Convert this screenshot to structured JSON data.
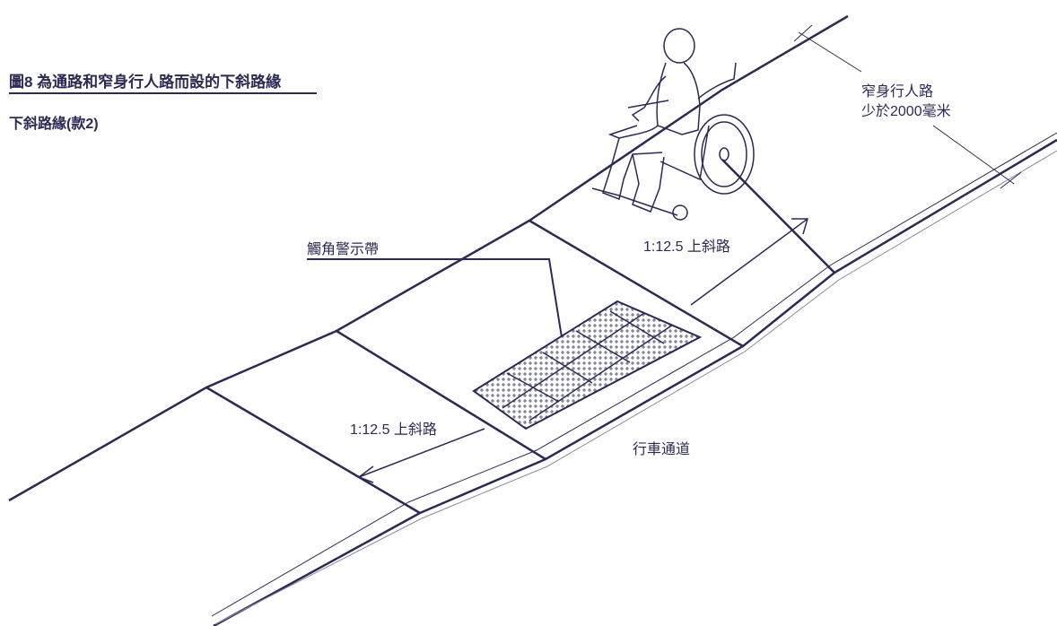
{
  "figure": {
    "title": "圖8 為通路和窄身行人路而設的下斜路緣",
    "subtitle": "下斜路緣(款2)"
  },
  "labels": {
    "tactile_strip": "觸角警示帶",
    "ramp_upper": "1:12.5 上斜路",
    "ramp_lower": "1:12.5 上斜路",
    "carriageway": "行車通道",
    "footway_line1": "窄身行人路",
    "footway_line2": "少於2000毫米"
  },
  "colors": {
    "line": "#2b2a55",
    "thin_line": "#8a8aa3",
    "background": "#ffffff"
  },
  "icons": {
    "wheelchair_user": "wheelchair-user-figure"
  }
}
